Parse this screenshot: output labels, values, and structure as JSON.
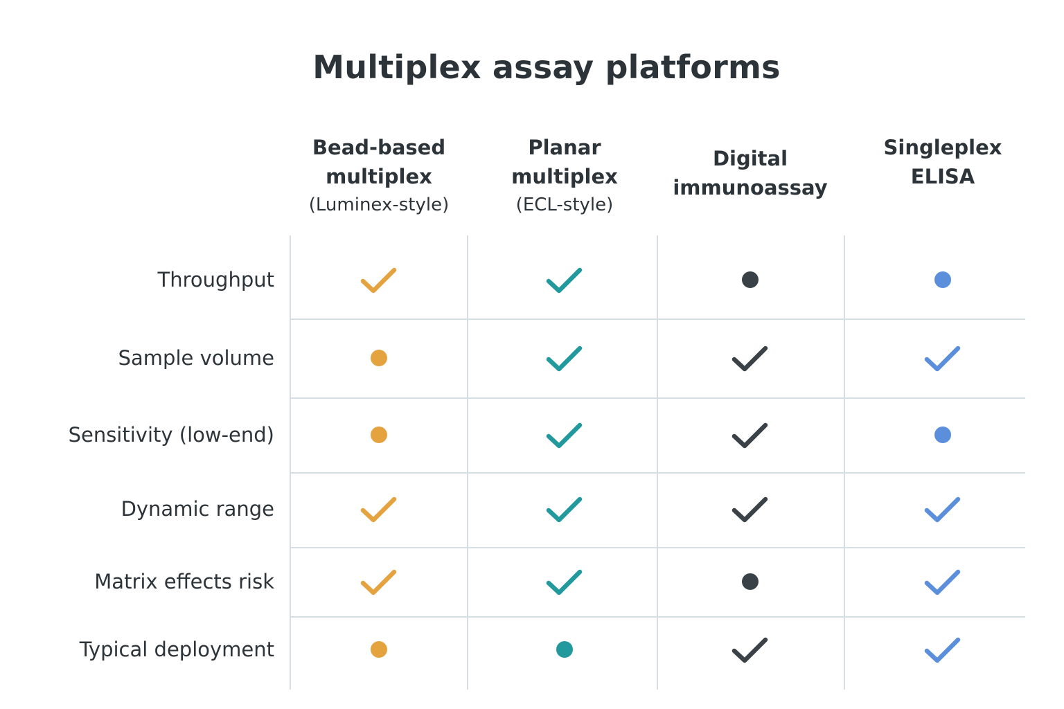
{
  "title": "Multiplex assay platforms",
  "columns": [
    {
      "name": "Bead-based\nmultiplex",
      "sub": "(Luminex-style)",
      "color": "#e5a33f"
    },
    {
      "name": "Planar\nmultiplex",
      "sub": "(ECL-style)",
      "color": "#21999d"
    },
    {
      "name": "Digital\nimmunoassay",
      "sub": "",
      "color": "#3a4247"
    },
    {
      "name": "Singleplex\nELISA",
      "sub": "",
      "color": "#5b8fdc"
    }
  ],
  "rows": [
    {
      "label": "Throughput",
      "marks": [
        "check",
        "check",
        "dot",
        "dot"
      ]
    },
    {
      "label": "Sample volume",
      "marks": [
        "dot",
        "check",
        "check",
        "check"
      ]
    },
    {
      "label": "Sensitivity (low-end)",
      "marks": [
        "dot",
        "check",
        "check",
        "dot"
      ]
    },
    {
      "label": "Dynamic range",
      "marks": [
        "check",
        "check",
        "check",
        "check"
      ]
    },
    {
      "label": "Matrix effects risk",
      "marks": [
        "check",
        "check",
        "dot",
        "check"
      ]
    },
    {
      "label": "Typical deployment",
      "marks": [
        "dot",
        "dot",
        "check",
        "check"
      ]
    }
  ],
  "icons": {
    "check": "check-icon",
    "dot": "dot-icon"
  },
  "colors": {
    "grid": "#d5dee2",
    "text": "#2c3439"
  }
}
